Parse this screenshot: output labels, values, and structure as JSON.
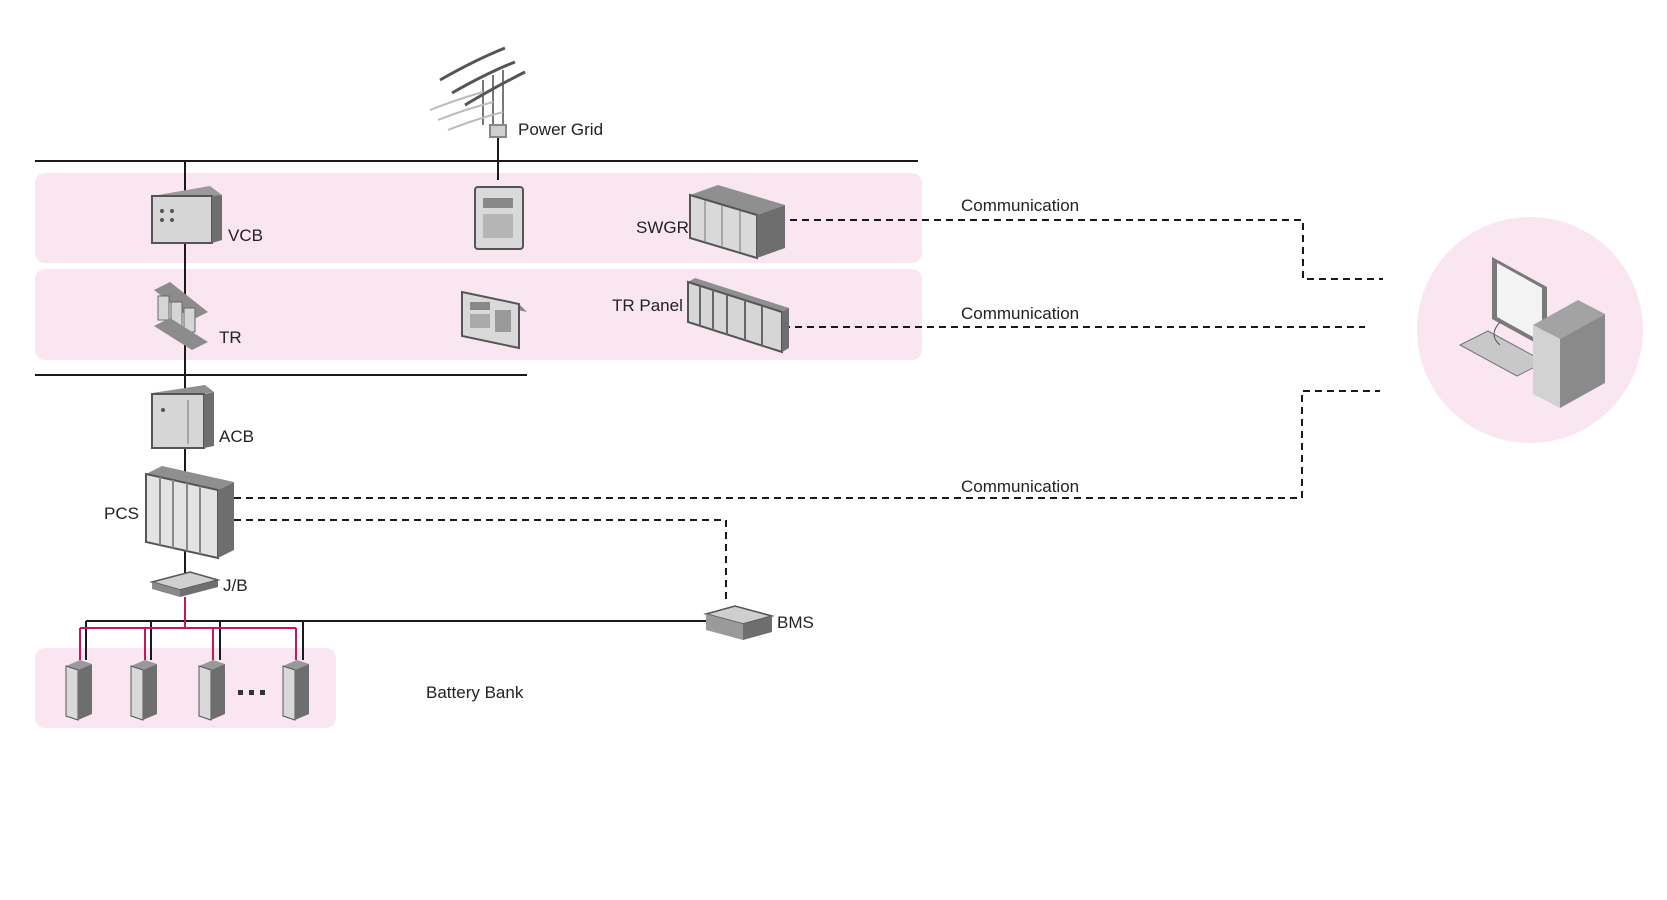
{
  "labels": {
    "power_grid": "Power Grid",
    "vcb": "VCB",
    "swgr": "SWGR",
    "tr": "TR",
    "tr_panel": "TR Panel",
    "acb": "ACB",
    "pcs": "PCS",
    "jb": "J/B",
    "bms": "BMS",
    "battery_bank": "Battery Bank",
    "communication_1": "Communication",
    "communication_2": "Communication",
    "communication_3": "Communication"
  },
  "colors": {
    "band": "#f9e6f1",
    "line": "#1a1a1a",
    "battery_link": "#c2185b",
    "device_dark": "#6e6e6e",
    "device_light": "#d9d9d9"
  },
  "icons": [
    "power-pylon-icon",
    "vcb-cabinet-icon",
    "relay-panel-icon",
    "swgr-cabinet-icon",
    "transformer-icon",
    "control-panel-icon",
    "tr-panel-cabinet-icon",
    "acb-cabinet-icon",
    "pcs-cabinet-icon",
    "junction-box-icon",
    "bms-unit-icon",
    "battery-rack-icon",
    "workstation-computer-icon"
  ]
}
